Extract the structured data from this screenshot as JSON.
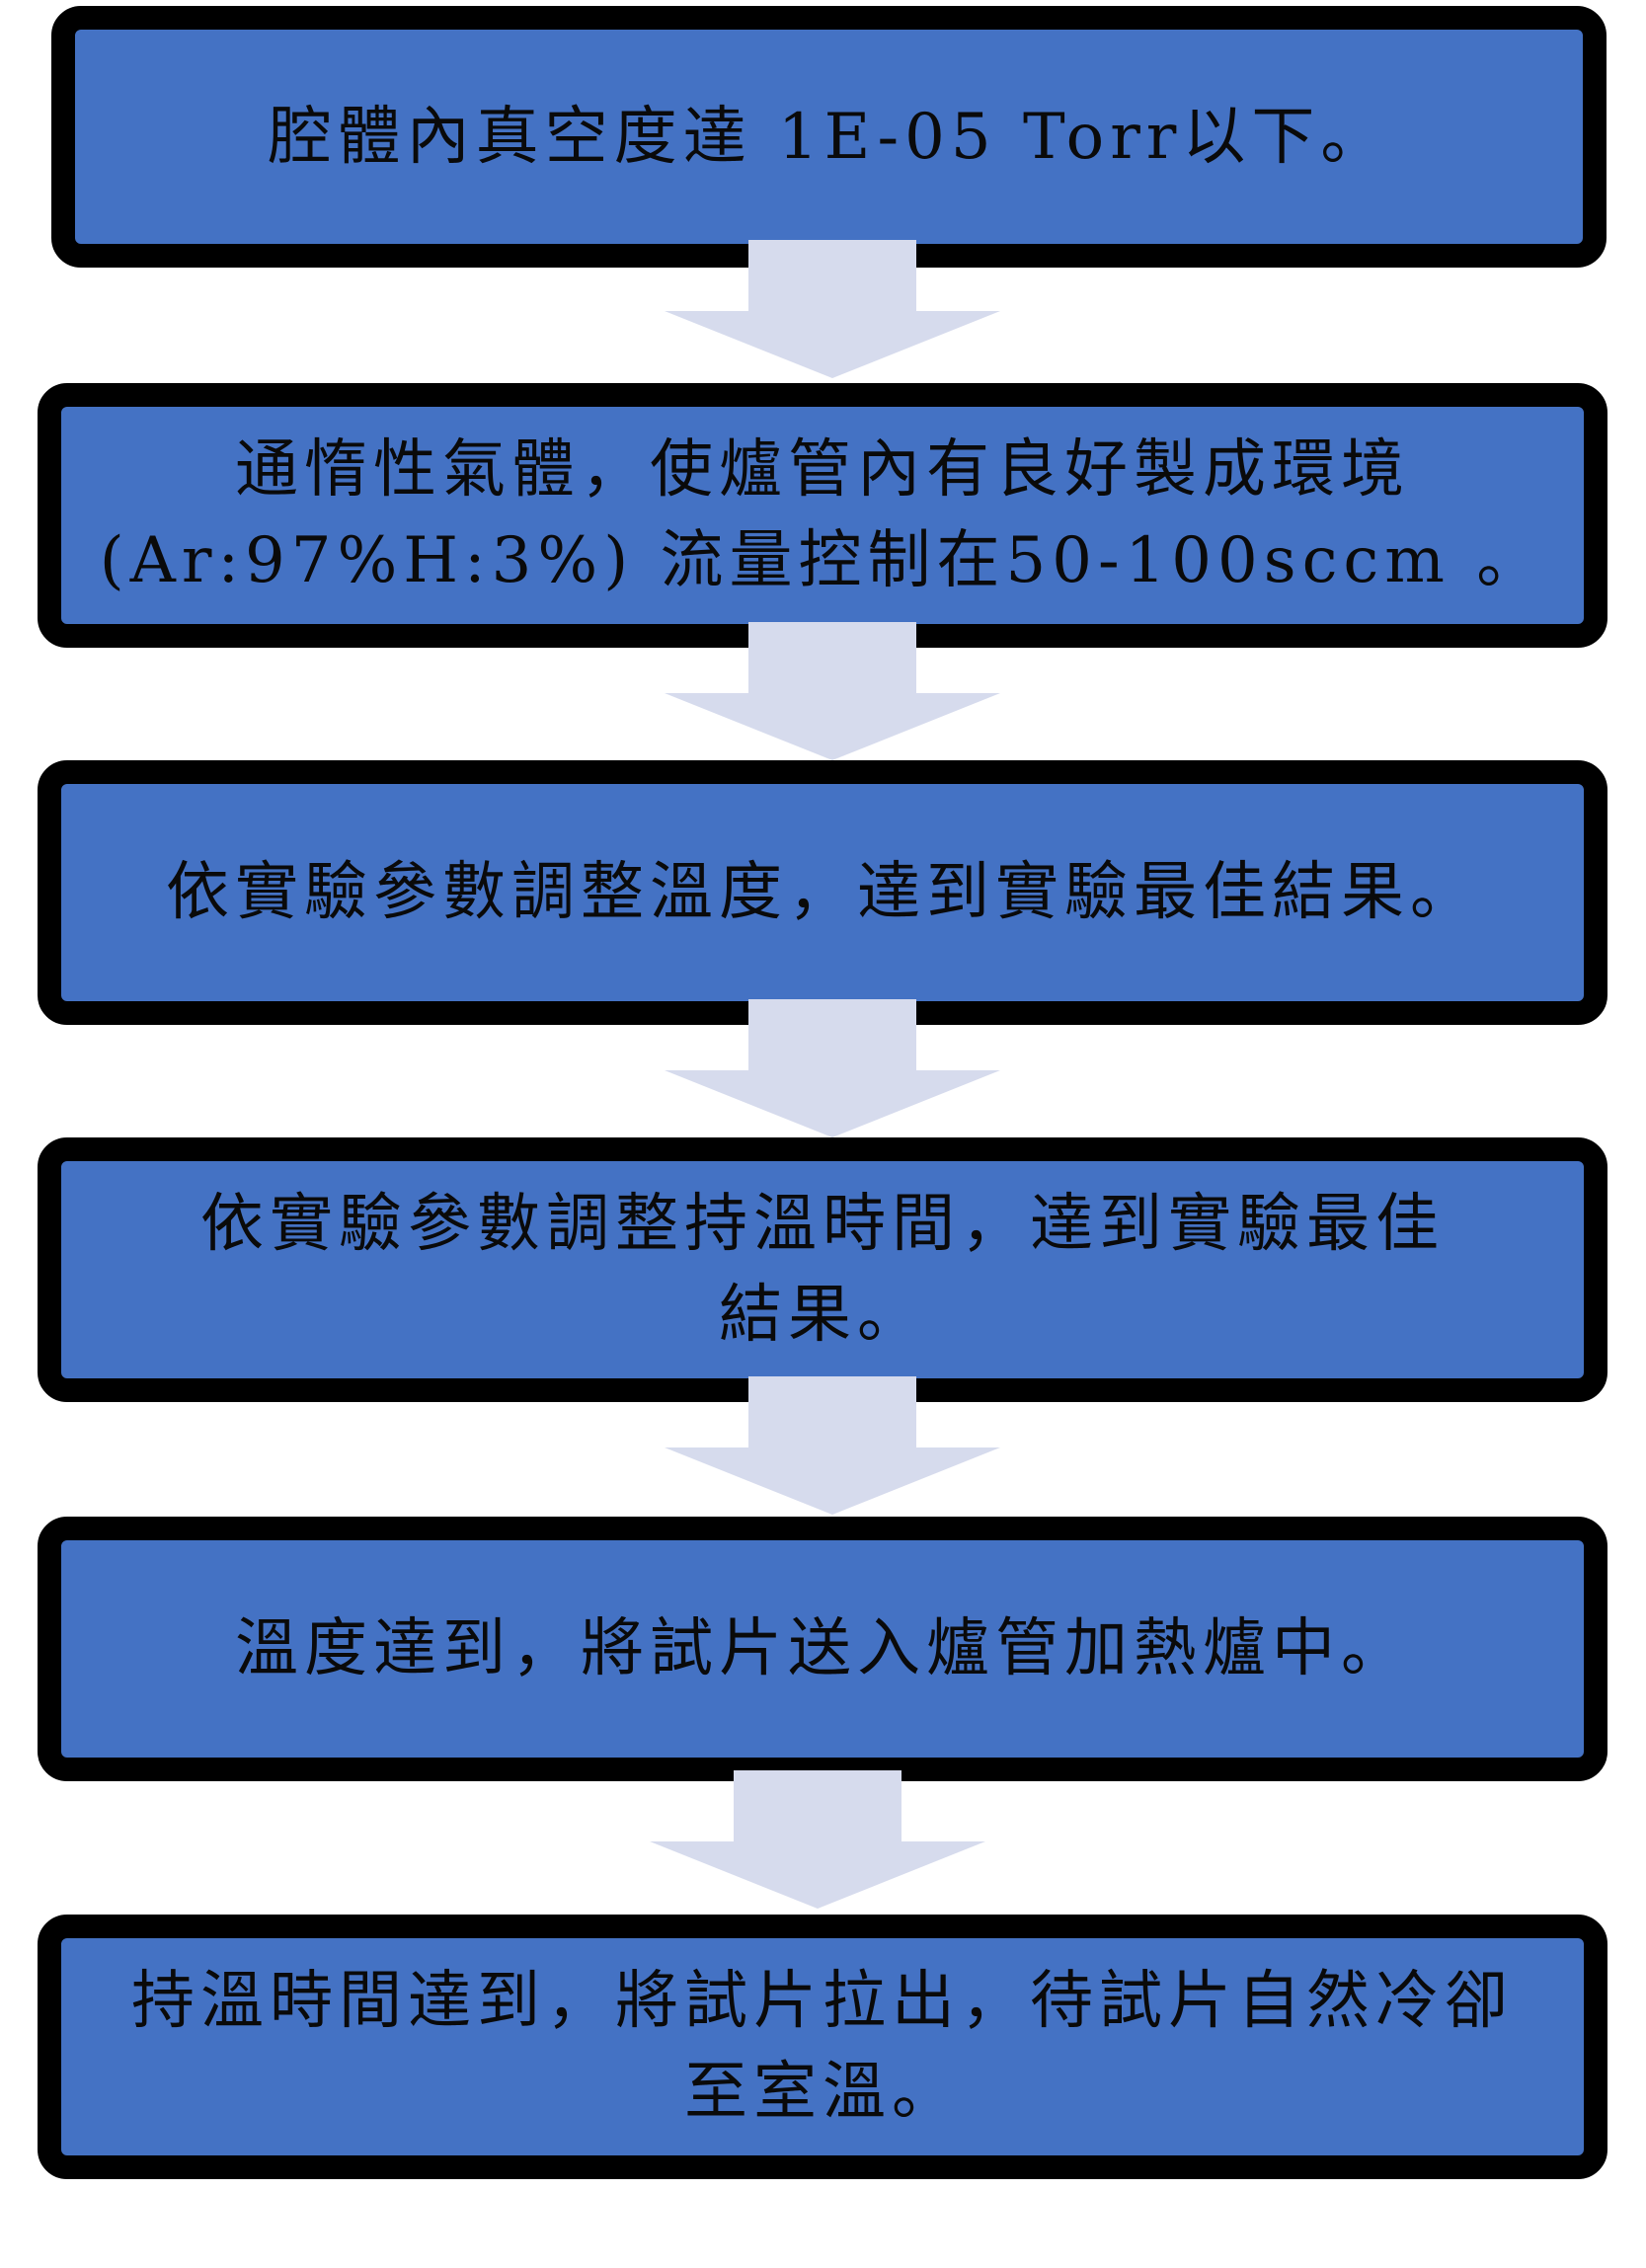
{
  "diagram": {
    "colors": {
      "box_fill": "#4472c4",
      "box_border": "#000000",
      "arrow_fill": "#d6dbed",
      "text": "#0a0a0a"
    },
    "steps": [
      {
        "text": "腔體內真空度達 1E-05 Torr以下。"
      },
      {
        "text": "通惰性氣體，使爐管內有良好製成環境\n(Ar:97%H:3%) 流量控制在50-100sccm 。"
      },
      {
        "text": "依實驗參數調整溫度，達到實驗最佳結果。"
      },
      {
        "text": "依實驗參數調整持溫時間，達到實驗最佳\n結果。"
      },
      {
        "text": "溫度達到，將試片送入爐管加熱爐中。"
      },
      {
        "text": "持溫時間達到，將試片拉出，待試片自然冷卻\n至室溫。"
      }
    ],
    "arrows": [
      {
        "icon": "down-arrow-icon"
      },
      {
        "icon": "down-arrow-icon"
      },
      {
        "icon": "down-arrow-icon"
      },
      {
        "icon": "down-arrow-icon"
      },
      {
        "icon": "down-arrow-icon"
      }
    ]
  }
}
